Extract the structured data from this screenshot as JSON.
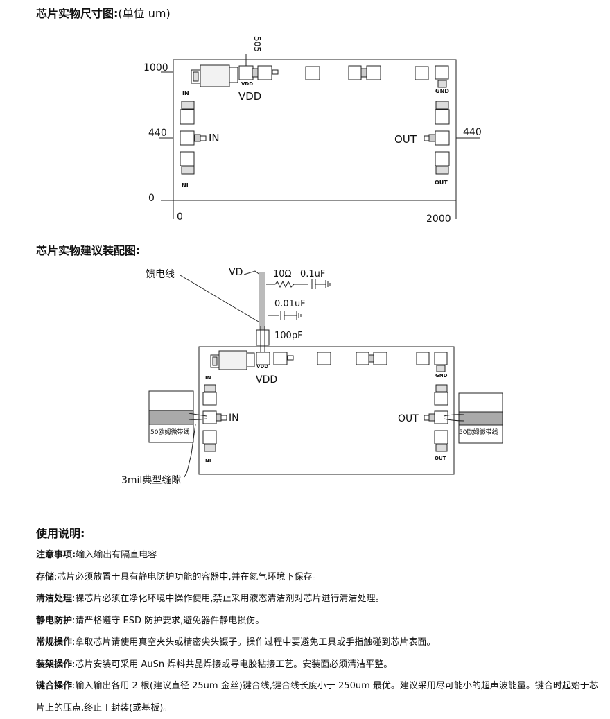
{
  "section1": {
    "title": "芯片实物尺寸图:",
    "suffix": "(单位 um)"
  },
  "dims": {
    "top_marker": "505",
    "y_top": "1000",
    "y_mid": "440",
    "y_zero": "0",
    "x_zero": "0",
    "x_end": "2000",
    "y_mid_right": "440"
  },
  "chip1": {
    "vdd_label": "VDD",
    "in_label": "IN",
    "out_label": "OUT",
    "pad_in_top": "IN",
    "pad_vdd_small": "VDD",
    "pad_gnd": "GND",
    "pad_ni": "NI",
    "pad_out_bottom": "OUT"
  },
  "section2": {
    "title": "芯片实物建议装配图:"
  },
  "assembly": {
    "feed_line": "馈电线",
    "vd": "VD",
    "r_label": "10Ω",
    "c1_label": "0.1uF",
    "c2_label": "0.01uF",
    "c3_label": "100pF",
    "vdd_label": "VDD",
    "in_label": "IN",
    "out_label": "OUT",
    "microstrip_left": "50欧姆微带线",
    "microstrip_right": "50欧姆微带线",
    "gap_label": "3mil典型缝隙",
    "pad_in_top": "IN",
    "pad_vdd_small": "VDD",
    "pad_gnd": "GND",
    "pad_ni": "NI",
    "pad_out_bottom": "OUT"
  },
  "section3": {
    "title": "使用说明:"
  },
  "notes": [
    {
      "label": "注意事项:",
      "text": "输入输出有隔直电容"
    },
    {
      "label": "存储",
      "text": ":芯片必须放置于具有静电防护功能的容器中,并在氮气环境下保存。"
    },
    {
      "label": "清洁处理",
      "text": ":裸芯片必须在净化环境中操作使用,禁止采用液态清洁剂对芯片进行清洁处理。"
    },
    {
      "label": "静电防护",
      "text": ":请严格遵守 ESD 防护要求,避免器件静电损伤。"
    },
    {
      "label": "常规操作",
      "text": ":拿取芯片请使用真空夹头或精密尖头镊子。操作过程中要避免工具或手指触碰到芯片表面。"
    },
    {
      "label": "装架操作",
      "text": ":芯片安装可采用 AuSn 焊料共晶焊接或导电胶粘接工艺。安装面必须清洁平整。"
    },
    {
      "label": "键合操作",
      "text": ":输入输出各用 2 根(建议直径 25um 金丝)键合线,键合线长度小于 250um 最优。建议采用尽可能小的超声波能量。键合时起始于芯片上的压点,终止于封装(或基板)。"
    }
  ]
}
